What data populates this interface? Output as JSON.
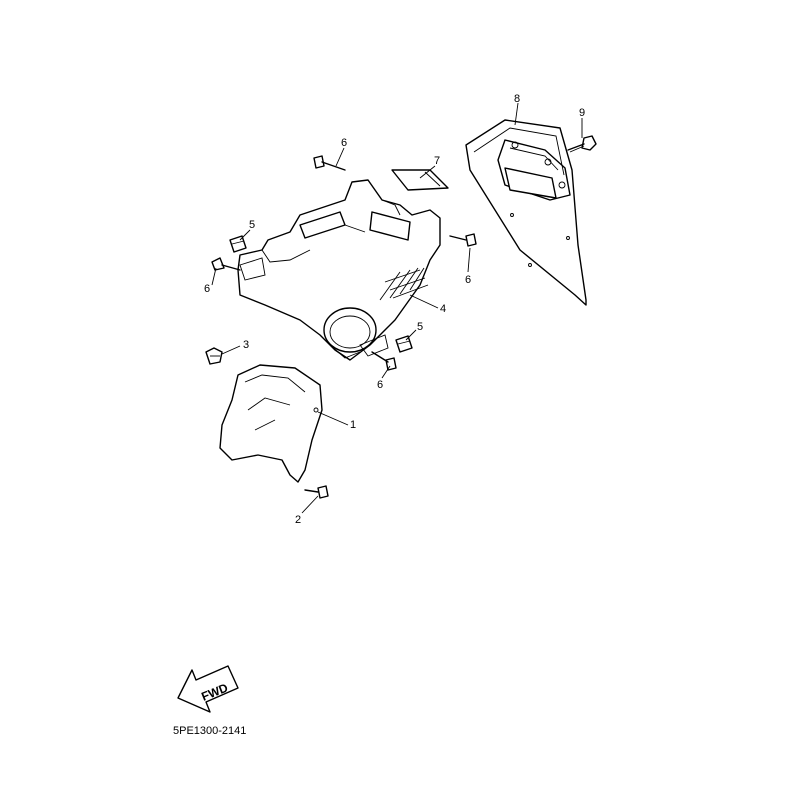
{
  "diagram": {
    "callouts": [
      {
        "id": "c1",
        "label": "1"
      },
      {
        "id": "c2",
        "label": "2"
      },
      {
        "id": "c3",
        "label": "3"
      },
      {
        "id": "c4",
        "label": "4"
      },
      {
        "id": "c5a",
        "label": "5"
      },
      {
        "id": "c5b",
        "label": "5"
      },
      {
        "id": "c6a",
        "label": "6"
      },
      {
        "id": "c6b",
        "label": "6"
      },
      {
        "id": "c6c",
        "label": "6"
      },
      {
        "id": "c6d",
        "label": "6"
      },
      {
        "id": "c7",
        "label": "7"
      },
      {
        "id": "c8",
        "label": "8"
      },
      {
        "id": "c9",
        "label": "9"
      }
    ],
    "fwd_label": "FWD",
    "part_code": "5PE1300-2141"
  }
}
